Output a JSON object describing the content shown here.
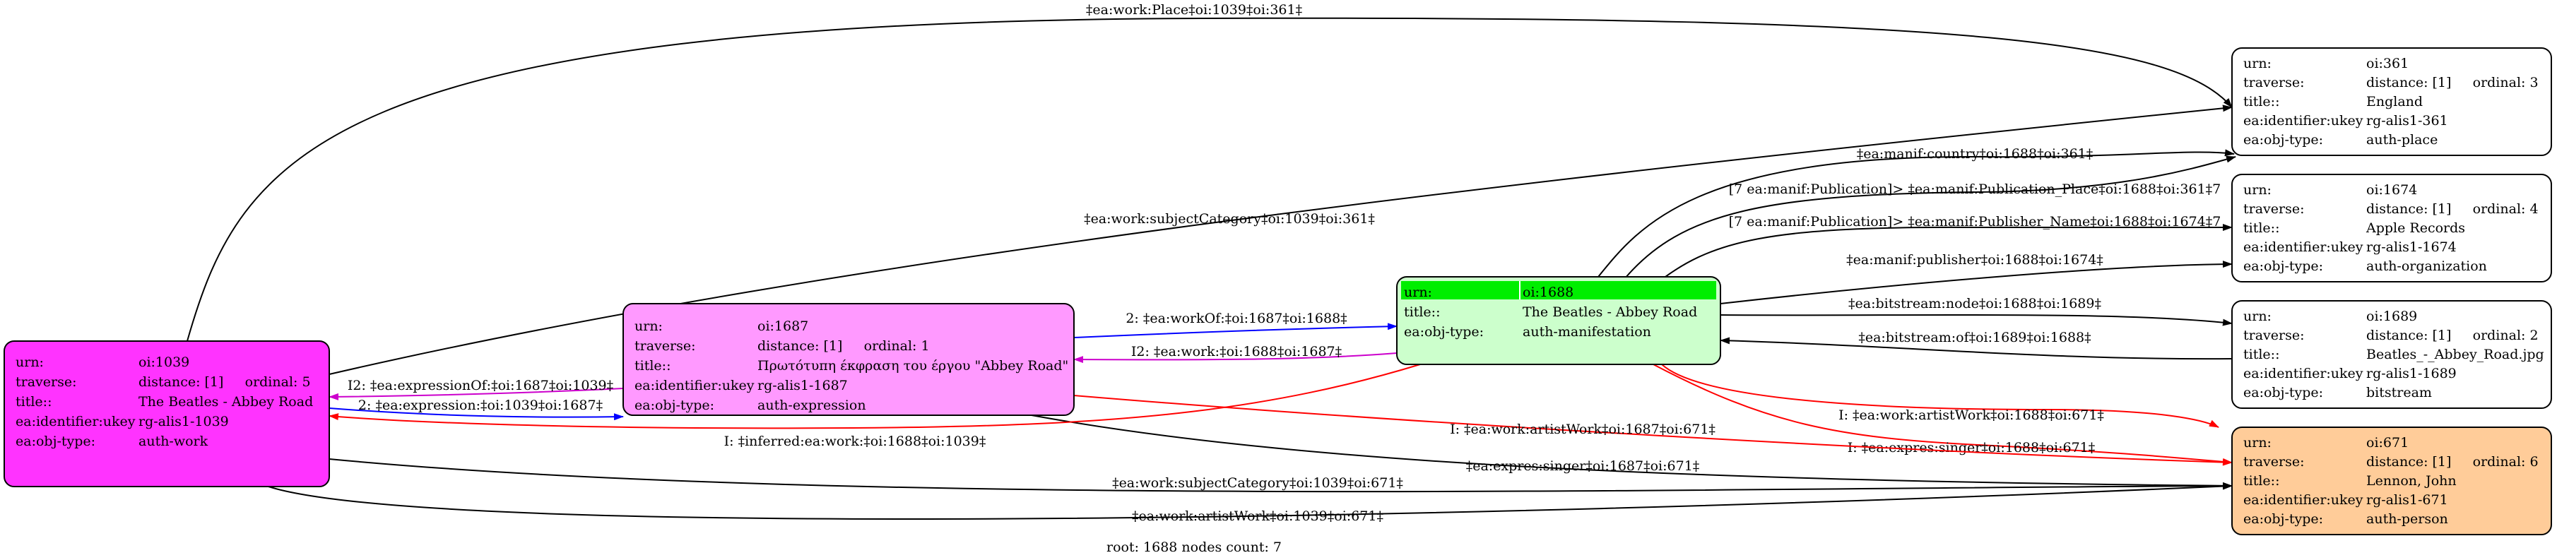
{
  "graph": {
    "root_label": "root: 1688 nodes count: 7",
    "nodes": [
      {
        "id": "n1039",
        "fill": "#ff33ff",
        "highlight": null,
        "rows": [
          [
            "urn:",
            "oi:1039"
          ],
          [
            "traverse:",
            "distance: [1]     ordinal: 5"
          ],
          [
            "title::",
            "The Beatles - Abbey Road"
          ],
          [
            "ea:identifier:ukey",
            "rg-alis1-1039"
          ],
          [
            "ea:obj-type:",
            "auth-work"
          ]
        ]
      },
      {
        "id": "n1687",
        "fill": "#ff99ff",
        "highlight": null,
        "rows": [
          [
            "urn:",
            "oi:1687"
          ],
          [
            "traverse:",
            "distance: [1]     ordinal: 1"
          ],
          [
            "title::",
            "Πρωτότυπη έκφραση του έργου \"Abbey Road\""
          ],
          [
            "ea:identifier:ukey",
            "rg-alis1-1687"
          ],
          [
            "ea:obj-type:",
            "auth-expression"
          ]
        ]
      },
      {
        "id": "n1688",
        "fill": "#ccffcc",
        "highlight": "#00ee00",
        "rows": [
          [
            "urn:",
            "oi:1688"
          ],
          [
            "title::",
            "The Beatles - Abbey Road"
          ],
          [
            "ea:obj-type:",
            "auth-manifestation"
          ]
        ]
      },
      {
        "id": "n361",
        "fill": "#ffffff",
        "highlight": null,
        "rows": [
          [
            "urn:",
            "oi:361"
          ],
          [
            "traverse:",
            "distance: [1]     ordinal: 3"
          ],
          [
            "title::",
            "England"
          ],
          [
            "ea:identifier:ukey",
            "rg-alis1-361"
          ],
          [
            "ea:obj-type:",
            "auth-place"
          ]
        ]
      },
      {
        "id": "n1674",
        "fill": "#ffffff",
        "highlight": null,
        "rows": [
          [
            "urn:",
            "oi:1674"
          ],
          [
            "traverse:",
            "distance: [1]     ordinal: 4"
          ],
          [
            "title::",
            "Apple Records"
          ],
          [
            "ea:identifier:ukey",
            "rg-alis1-1674"
          ],
          [
            "ea:obj-type:",
            "auth-organization"
          ]
        ]
      },
      {
        "id": "n1689",
        "fill": "#ffffff",
        "highlight": null,
        "rows": [
          [
            "urn:",
            "oi:1689"
          ],
          [
            "traverse:",
            "distance: [1]     ordinal: 2"
          ],
          [
            "title::",
            "Beatles_-_Abbey_Road.jpg"
          ],
          [
            "ea:identifier:ukey",
            "rg-alis1-1689"
          ],
          [
            "ea:obj-type:",
            "bitstream"
          ]
        ]
      },
      {
        "id": "n671",
        "fill": "#ffcc99",
        "highlight": null,
        "rows": [
          [
            "urn:",
            "oi:671"
          ],
          [
            "traverse:",
            "distance: [1]     ordinal: 6"
          ],
          [
            "title::",
            "Lennon, John"
          ],
          [
            "ea:identifier:ukey",
            "rg-alis1-671"
          ],
          [
            "ea:obj-type:",
            "auth-person"
          ]
        ]
      }
    ],
    "edges": [
      {
        "id": "e1",
        "label": "‡ea:work:Place‡oi:1039‡oi:361‡",
        "color": "#000000"
      },
      {
        "id": "e2",
        "label": "‡ea:work:subjectCategory‡oi:1039‡oi:361‡",
        "color": "#000000"
      },
      {
        "id": "e3",
        "label": "‡ea:manif:country‡oi:1688‡oi:361‡",
        "color": "#000000"
      },
      {
        "id": "e4",
        "label": "[7 ea:manif:Publication]> ‡ea:manif:Publication_Place‡oi:1688‡oi:361‡7",
        "color": "#000000"
      },
      {
        "id": "e5",
        "label": "[7 ea:manif:Publication]> ‡ea:manif:Publisher_Name‡oi:1688‡oi:1674‡7",
        "color": "#000000"
      },
      {
        "id": "e6",
        "label": "‡ea:manif:publisher‡oi:1688‡oi:1674‡",
        "color": "#000000"
      },
      {
        "id": "e7",
        "label": "‡ea:bitstream:node‡oi:1688‡oi:1689‡",
        "color": "#000000"
      },
      {
        "id": "e8",
        "label": "‡ea:bitstream:of‡oi:1689‡oi:1688‡",
        "color": "#000000"
      },
      {
        "id": "e9",
        "label": "I: ‡ea:work:artistWork‡oi:1688‡oi:671‡",
        "color": "#ff0000"
      },
      {
        "id": "e10",
        "label": "I: ‡ea:expres:singer‡oi:1688‡oi:671‡",
        "color": "#ff0000"
      },
      {
        "id": "e11",
        "label": "2: ‡ea:workOf:‡oi:1687‡oi:1688‡",
        "color": "#0000ff"
      },
      {
        "id": "e12",
        "label": "I2: ‡ea:work:‡oi:1688‡oi:1687‡",
        "color": "#cc00cc"
      },
      {
        "id": "e13",
        "label": "I: ‡ea:work:artistWork‡oi:1687‡oi:671‡",
        "color": "#ff0000"
      },
      {
        "id": "e14",
        "label": "‡ea:expres:singer‡oi:1687‡oi:671‡",
        "color": "#000000"
      },
      {
        "id": "e15",
        "label": "I2: ‡ea:expressionOf:‡oi:1687‡oi:1039‡",
        "color": "#cc00cc"
      },
      {
        "id": "e16",
        "label": "2: ‡ea:expression:‡oi:1039‡oi:1687‡",
        "color": "#0000ff"
      },
      {
        "id": "e17",
        "label": "I: ‡inferred:ea:work:‡oi:1688‡oi:1039‡",
        "color": "#ff0000"
      },
      {
        "id": "e18",
        "label": "‡ea:work:subjectCategory‡oi:1039‡oi:671‡",
        "color": "#000000"
      },
      {
        "id": "e19",
        "label": "‡ea:work:artistWork‡oi:1039‡oi:671‡",
        "color": "#000000"
      }
    ]
  }
}
